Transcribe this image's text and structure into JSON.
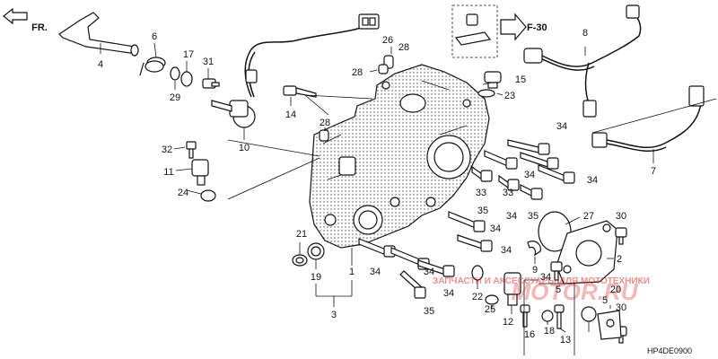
{
  "direction_label": "FR.",
  "ref_label": "F-30",
  "diagram_code": "HP4DE0900",
  "watermark_text": "ЗАПЧАСТИ И АКСЕССУАРЫ ДЛЯ МОТОТЕХНИКИ",
  "watermark_logo": "MOTOR.RU",
  "callouts": {
    "c1": "1",
    "c2": "2",
    "c3": "3",
    "c4": "4",
    "c5": "5",
    "c6": "6",
    "c7": "7",
    "c8": "8",
    "c9": "9",
    "c10": "10",
    "c11": "11",
    "c12": "12",
    "c13": "13",
    "c14": "14",
    "c15": "15",
    "c16": "16",
    "c17": "17",
    "c18": "18",
    "c19": "19",
    "c20": "20",
    "c21": "21",
    "c22": "22",
    "c23": "23",
    "c24": "24",
    "c25": "25",
    "c26": "26",
    "c27": "27",
    "c28a": "28",
    "c28b": "28",
    "c28c": "28",
    "c29": "29",
    "c30a": "30",
    "c30b": "30",
    "c31": "31",
    "c32": "32",
    "c33a": "33",
    "c33b": "33",
    "c34a": "34",
    "c34b": "34",
    "c34c": "34",
    "c34d": "34",
    "c34e": "34",
    "c34f": "34",
    "c34g": "34",
    "c34h": "34",
    "c34i": "34",
    "c34j": "34",
    "c35a": "35",
    "c35b": "35",
    "c35c": "35"
  }
}
